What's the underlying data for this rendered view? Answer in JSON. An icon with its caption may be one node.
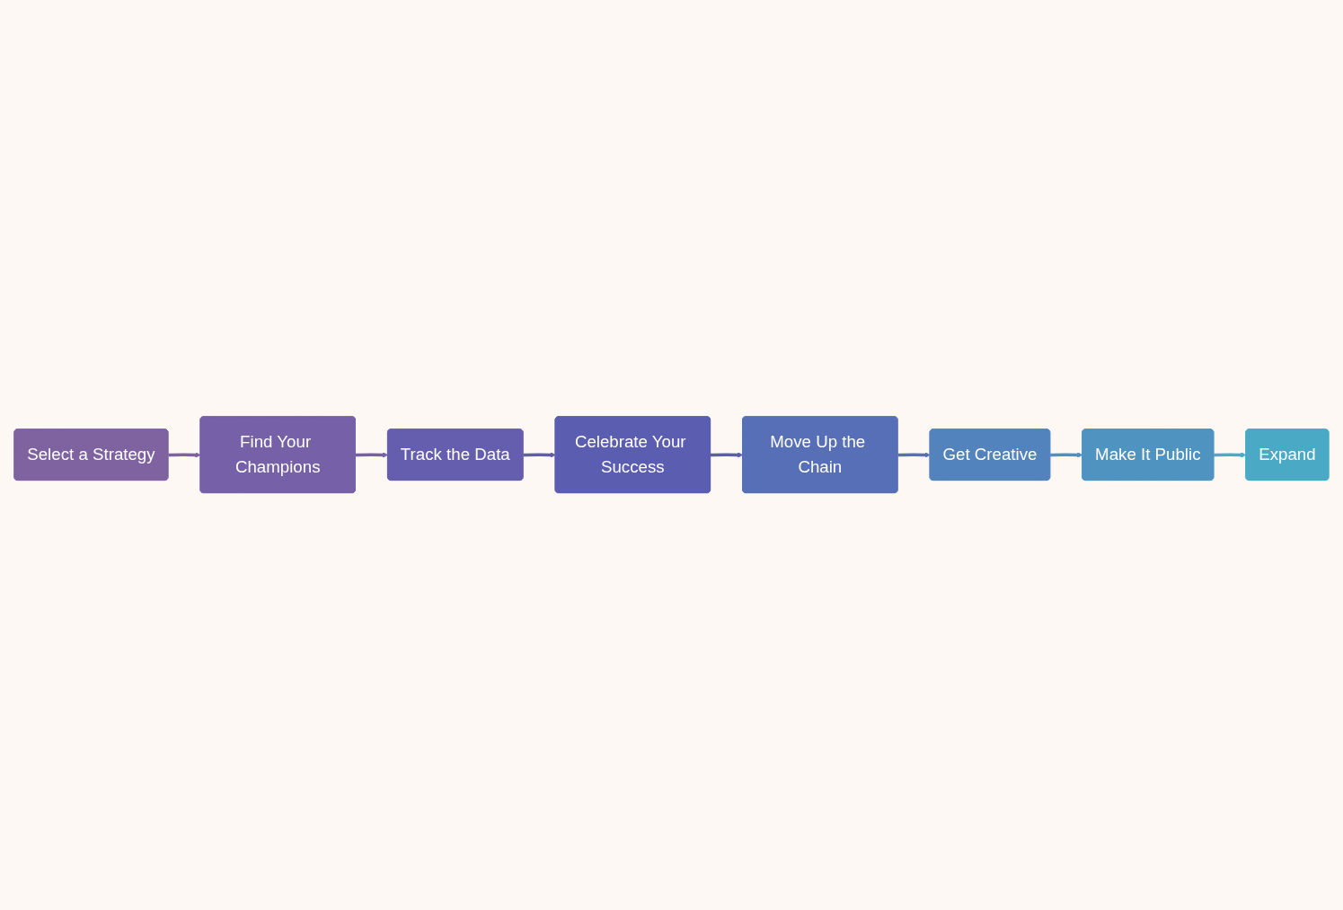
{
  "diagram": {
    "nodes": [
      {
        "text": [
          "Select a Strategy"
        ]
      },
      {
        "text": [
          "Find Your Champions"
        ]
      },
      {
        "text": [
          "Track the Data"
        ]
      },
      {
        "text": [
          "Celebrate Your Success"
        ]
      },
      {
        "text": [
          "Move Up the Chain"
        ]
      },
      {
        "text": [
          "Get Creative"
        ]
      },
      {
        "text": [
          "Make It Public"
        ]
      },
      {
        "text": [
          "Expand"
        ]
      }
    ],
    "edges": [
      {
        "from": 0,
        "to": 1,
        "arrow": "to",
        "color": "#7f63a1"
      },
      {
        "from": 1,
        "to": 2,
        "arrow": "to",
        "color": "#7661a8"
      },
      {
        "from": 2,
        "to": 3,
        "arrow": "to",
        "color": "#605db0"
      },
      {
        "from": 3,
        "to": 4,
        "arrow": "to",
        "color": "#5b5db0"
      },
      {
        "from": 4,
        "to": 5,
        "arrow": "to",
        "color": "#5a6fb8"
      },
      {
        "from": 5,
        "to": 6,
        "arrow": "to",
        "color": "#4f90c2"
      },
      {
        "from": 6,
        "to": 7,
        "arrow": "to",
        "color": "#4aabc6"
      }
    ]
  }
}
